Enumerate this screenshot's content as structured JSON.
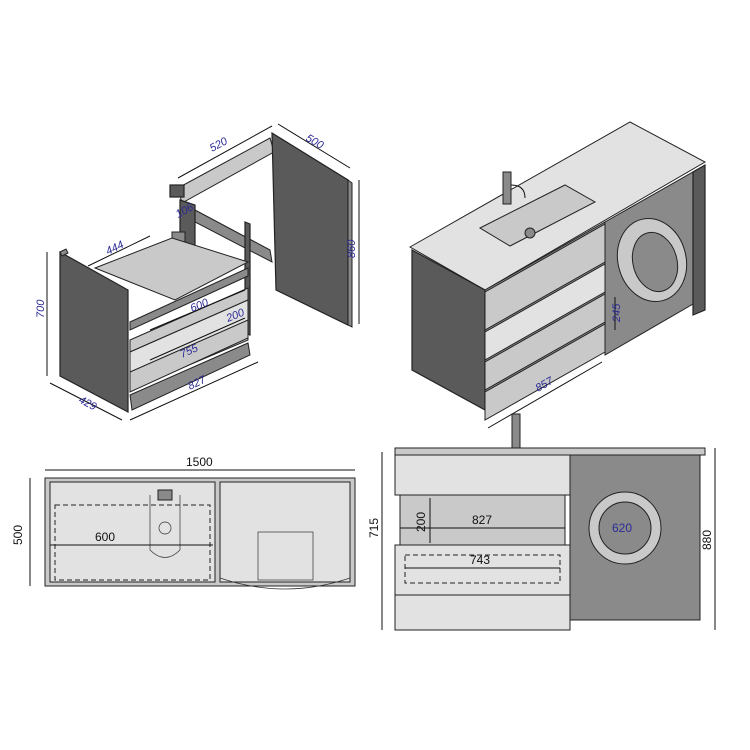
{
  "drawing": {
    "iso_exploded": {
      "width_top": "520",
      "depth_side": "500",
      "height_side": "860",
      "inner_top": "444",
      "height_left": "700",
      "shelf_width": "600",
      "shelf_depth": "200",
      "drawer_width": "755",
      "front_width": "827",
      "depth_bottom": "429",
      "pipe_cutout": "106"
    },
    "iso_assembled": {
      "front_width": "857",
      "plinth_height": "245"
    },
    "top_view": {
      "total_width": "1500",
      "depth": "500",
      "basin_width": "600"
    },
    "front_view": {
      "cabinet_height": "715",
      "total_height": "880",
      "shelf_height": "200",
      "inner_width": "827",
      "drawer_width": "743",
      "washer_diameter": "620"
    },
    "colors": {
      "dimension_text": "#2b2b95",
      "panel_dark": "#5a5a5a",
      "panel_light": "#c9c9c9"
    }
  }
}
